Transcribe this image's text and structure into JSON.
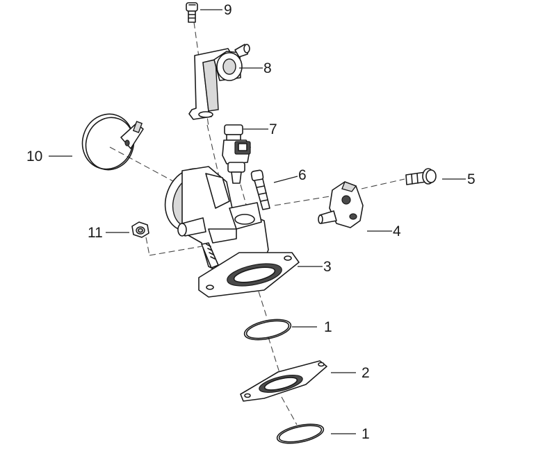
{
  "callouts": [
    {
      "id": "c9",
      "text": "9"
    },
    {
      "id": "c8",
      "text": "8"
    },
    {
      "id": "c7",
      "text": "7"
    },
    {
      "id": "c10",
      "text": "10"
    },
    {
      "id": "c6",
      "text": "6"
    },
    {
      "id": "c5",
      "text": "5"
    },
    {
      "id": "c4",
      "text": "4"
    },
    {
      "id": "c11",
      "text": "11"
    },
    {
      "id": "c3",
      "text": "3"
    },
    {
      "id": "c1a",
      "text": "1"
    },
    {
      "id": "c2",
      "text": "2"
    },
    {
      "id": "c1b",
      "text": "1"
    }
  ]
}
